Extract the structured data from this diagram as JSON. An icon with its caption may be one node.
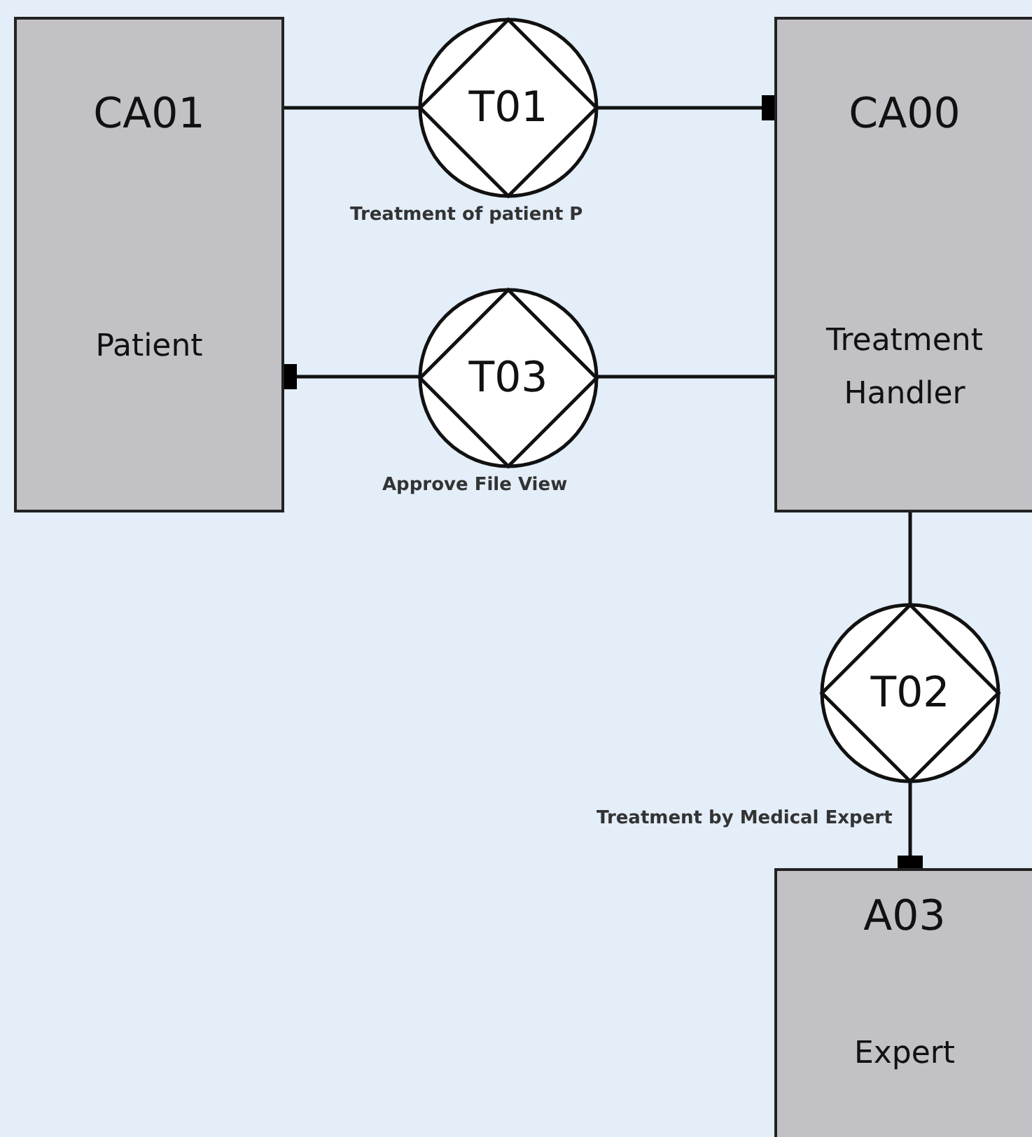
{
  "diagram": {
    "nodes": [
      {
        "text": [
          "CA01",
          "Patient"
        ]
      },
      {
        "text": [
          "T01"
        ],
        "beside": [
          "Treatment of patient P"
        ]
      },
      {
        "text": [
          "CA00",
          "Treatment Handler"
        ]
      },
      {
        "text": [
          "T03"
        ],
        "beside": [
          "Approve File View"
        ]
      },
      {
        "text": [
          "T02"
        ],
        "beside": [
          "Treatment by Medical Expert"
        ]
      },
      {
        "text": [
          "A03",
          "Expert"
        ]
      }
    ],
    "edges": [
      {
        "from": 0,
        "to": 1,
        "arrow": "none"
      },
      {
        "from": 1,
        "to": 2,
        "arrow": "other"
      },
      {
        "from": 3,
        "to": 0,
        "arrow": "other"
      },
      {
        "from": 3,
        "to": 2,
        "arrow": "none"
      },
      {
        "from": 2,
        "to": 4,
        "arrow": "none"
      },
      {
        "from": 4,
        "to": 5,
        "arrow": "other"
      }
    ]
  }
}
